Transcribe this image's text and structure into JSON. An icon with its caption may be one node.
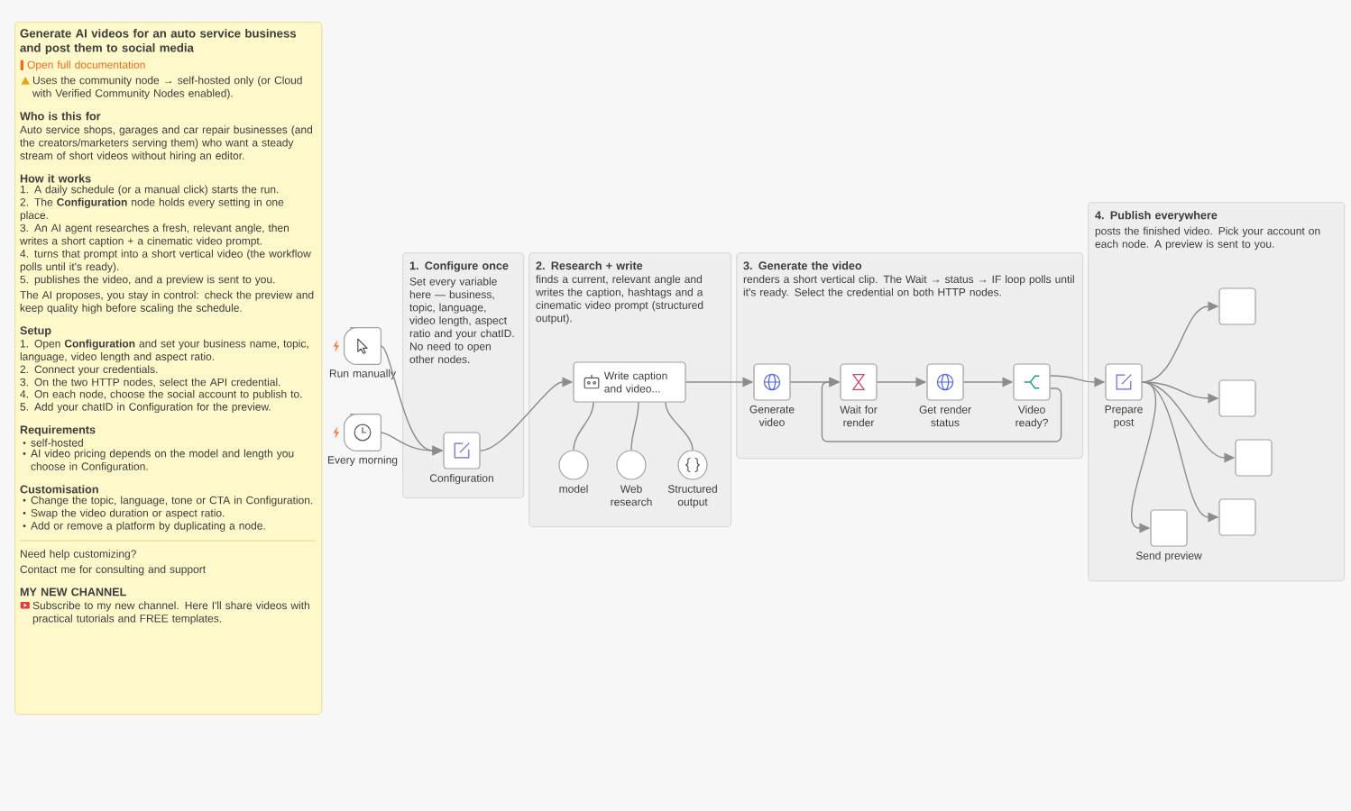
{
  "diagram": {
    "nodes": [
      {
        "text": [
          "Generate AI videos for an auto service business and post them to social media",
          "Open full documentation",
          "Uses the community node → self-hosted only (or Cloud with Verified Community Nodes enabled).",
          "Who is this for",
          "Auto service shops, garages and car repair businesses (and the creators/marketers serving them) who want a steady stream of short videos without hiring an editor.",
          "How it works",
          "1. A daily schedule (or a manual click) starts the run.",
          "2. The **Configuration** node holds every setting in one place.",
          "3. An AI agent researches a fresh, relevant angle, then writes a short caption + a cinematic video prompt.",
          "4. turns that prompt into a short vertical video (the workflow polls until it's ready).",
          "5. publishes the video, and a preview is sent to you.",
          "The AI proposes, you stay in control: check the preview and keep quality high before scaling the schedule.",
          "Setup",
          "1. Open **Configuration** and set your business name, topic, language, video length and aspect ratio.",
          "2. Connect your credentials.",
          "3. On the two HTTP nodes, select the API credential.",
          "4. On each node, choose the social account to publish to.",
          "5. Add your chatID in Configuration for the preview.",
          "Requirements",
          "self-hosted",
          "AI video pricing depends on the model and length you choose in Configuration.",
          "Customisation",
          "Change the topic, language, tone or CTA in Configuration.",
          "Swap the video duration or aspect ratio.",
          "Add or remove a platform by duplicating a node.",
          "Need help customizing?",
          "Contact me for consulting and support",
          "MY NEW CHANNEL",
          "Subscribe to my new channel. Here I'll share videos with practical tutorials and FREE templates."
        ]
      },
      {
        "text": [
          "Run manually"
        ]
      },
      {
        "text": [
          "Every morning"
        ]
      },
      {
        "text": [
          "1. Configure once",
          "Set every variable here — business, topic, language, video length, aspect ratio and your chatID. No need to open other nodes."
        ]
      },
      {
        "text": [
          "Configuration"
        ],
        "in": 3
      },
      {
        "text": [
          "2. Research + write",
          "finds a current, relevant angle and writes the caption, hashtags and a cinematic video prompt (structured output)."
        ]
      },
      {
        "text": [
          "Write caption and video..."
        ],
        "in": 5
      },
      {
        "text": [
          "model"
        ],
        "in": 5
      },
      {
        "text": [
          "Web research"
        ],
        "in": 5
      },
      {
        "text": [
          "Structured output"
        ],
        "in": 5
      },
      {
        "text": [
          "3. Generate the video",
          "renders a short vertical clip. The Wait → status → IF loop polls until it's ready. Select the credential on both HTTP nodes."
        ]
      },
      {
        "text": [
          "Generate video"
        ],
        "in": 10
      },
      {
        "text": [
          "Wait for render"
        ],
        "in": 10
      },
      {
        "text": [
          "Get render status"
        ],
        "in": 10
      },
      {
        "text": [
          "Video ready?"
        ],
        "in": 10
      },
      {
        "text": [
          "4. Publish everywhere",
          "posts the finished video. Pick your account on each node. A preview is sent to you."
        ]
      },
      {
        "text": [
          "Prepare post"
        ],
        "in": 15
      },
      {
        "text": [],
        "shape": "box",
        "in": 15
      },
      {
        "text": [],
        "shape": "box",
        "in": 15
      },
      {
        "text": [],
        "shape": "box",
        "in": 15
      },
      {
        "text": [],
        "shape": "box",
        "in": 15
      },
      {
        "text": [
          "Send preview"
        ],
        "in": 15
      }
    ],
    "edges": [
      {
        "from": 1,
        "to": 4,
        "arrow": "to"
      },
      {
        "from": 2,
        "to": 4,
        "arrow": "to"
      },
      {
        "from": 4,
        "to": 6,
        "arrow": "to"
      },
      {
        "from": 7,
        "to": 6,
        "arrow": "none"
      },
      {
        "from": 8,
        "to": 6,
        "arrow": "none"
      },
      {
        "from": 9,
        "to": 6,
        "arrow": "none"
      },
      {
        "from": 6,
        "to": 11,
        "arrow": "to"
      },
      {
        "from": 11,
        "to": 12,
        "arrow": "to"
      },
      {
        "from": 12,
        "to": 13,
        "arrow": "to"
      },
      {
        "from": 13,
        "to": 14,
        "arrow": "to"
      },
      {
        "from": 14,
        "to": 16,
        "arrow": "to"
      },
      {
        "from": 14,
        "to": 12,
        "arrow": "to"
      },
      {
        "from": 16,
        "to": 17,
        "arrow": "to"
      },
      {
        "from": 16,
        "to": 18,
        "arrow": "to"
      },
      {
        "from": 16,
        "to": 19,
        "arrow": "to"
      },
      {
        "from": 16,
        "to": 20,
        "arrow": "to"
      },
      {
        "from": 16,
        "to": 21,
        "arrow": "to"
      }
    ]
  }
}
